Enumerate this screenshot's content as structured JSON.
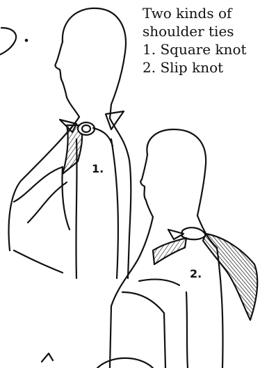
{
  "caption": {
    "line1": "Two kinds of",
    "line2": "shoulder ties",
    "item1": "1. Square knot",
    "item2": "2. Slip knot"
  },
  "figures": {
    "label1": "1.",
    "label2": "2."
  },
  "colors": {
    "ink": "#111111",
    "paper": "#ffffff"
  }
}
